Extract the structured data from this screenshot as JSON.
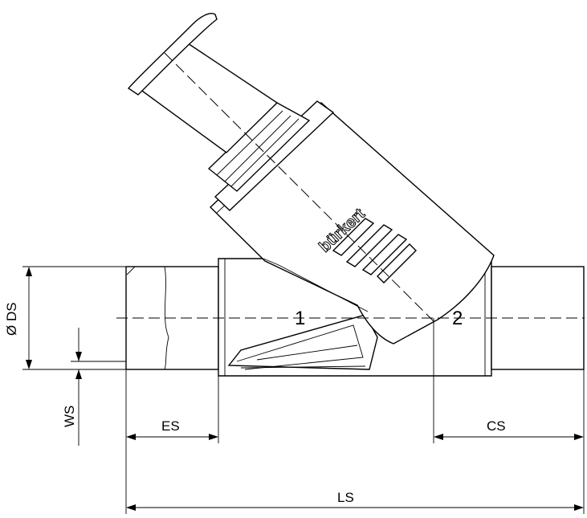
{
  "dimensions": {
    "ds": "Ø DS",
    "ws": "WS",
    "es": "ES",
    "cs": "CS",
    "ls": "LS"
  },
  "ports": {
    "inlet": "1",
    "outlet": "2"
  },
  "brand": "bürkert"
}
